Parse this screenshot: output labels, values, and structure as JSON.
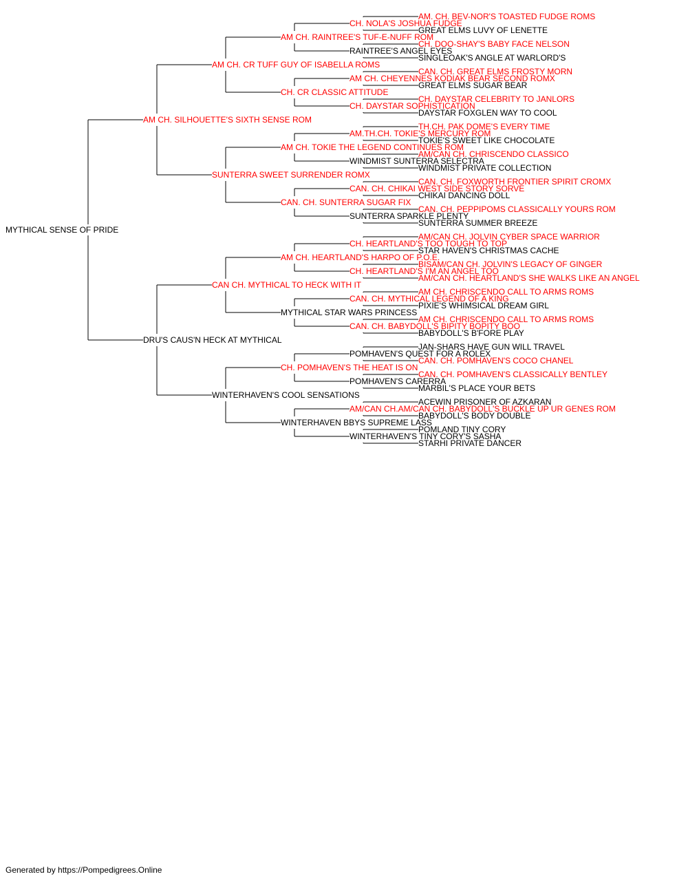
{
  "colors": {
    "champion": "#ff0000",
    "normal": "#000000",
    "line": "#000000"
  },
  "pedigree": {
    "subject": {
      "name": "MYTHICAL SENSE OF PRIDE",
      "champion": false,
      "sire": {
        "name": "AM CH. SILHOUETTE'S SIXTH SENSE ROM",
        "champion": true,
        "sire": {
          "name": "AM CH. CR TUFF GUY OF ISABELLA ROMS",
          "champion": true,
          "sire": {
            "name": "AM CH. RAINTREE'S TUF-E-NUFF ROM",
            "champion": true,
            "sire": {
              "name": "CH. NOLA'S JOSHUA FUDGE",
              "champion": true,
              "sire": {
                "name": "AM. CH. BEV-NOR'S TOASTED FUDGE ROMS",
                "champion": true
              },
              "dam": {
                "name": "GREAT ELMS LUVY OF LENETTE",
                "champion": false
              }
            },
            "dam": {
              "name": "RAINTREE'S ANGEL EYES",
              "champion": false,
              "sire": {
                "name": "CH. DOO-SHAY'S BABY FACE NELSON",
                "champion": true
              },
              "dam": {
                "name": "SINGLEOAK'S ANGLE AT WARLORD'S",
                "champion": false
              }
            }
          },
          "dam": {
            "name": "CH. CR CLASSIC ATTITUDE",
            "champion": true,
            "sire": {
              "name": "AM CH. CHEYENNES KODIAK BEAR SECOND ROMX",
              "champion": true,
              "sire": {
                "name": "CAN. CH. GREAT ELMS FROSTY MORN",
                "champion": true
              },
              "dam": {
                "name": "GREAT ELMS SUGAR BEAR",
                "champion": false
              }
            },
            "dam": {
              "name": "CH. DAYSTAR SOPHISTICATION",
              "champion": true,
              "sire": {
                "name": "CH. DAYSTAR CELEBRITY TO JANLORS",
                "champion": true
              },
              "dam": {
                "name": "DAYSTAR FOXGLEN WAY TO COOL",
                "champion": false
              }
            }
          }
        },
        "dam": {
          "name": "SUNTERRA SWEET SURRENDER ROMX",
          "champion": true,
          "sire": {
            "name": "AM CH. TOKIE THE LEGEND CONTINUES ROM",
            "champion": true,
            "sire": {
              "name": "AM.TH.CH. TOKIE'S MERCURY ROM",
              "champion": true,
              "sire": {
                "name": "TH.CH. PAK DOME'S EVERY TIME",
                "champion": true
              },
              "dam": {
                "name": "TOKIE'S SWEET LIKE CHOCOLATE",
                "champion": false
              }
            },
            "dam": {
              "name": "WINDMIST SUNTERRA SELECTRA",
              "champion": false,
              "sire": {
                "name": "AM/CAN CH. CHRISCENDO CLASSICO",
                "champion": true
              },
              "dam": {
                "name": "WINDMIST PRIVATE COLLECTION",
                "champion": false
              }
            }
          },
          "dam": {
            "name": "CAN. CH. SUNTERRA SUGAR FIX",
            "champion": true,
            "sire": {
              "name": "CAN. CH. CHIKAI WEST SIDE STORY SORVE",
              "champion": true,
              "sire": {
                "name": "CAN. CH. FOXWORTH FRONTIER SPIRIT CROMX",
                "champion": true
              },
              "dam": {
                "name": "CHIKAI DANCING DOLL",
                "champion": false
              }
            },
            "dam": {
              "name": "SUNTERRA SPARKLE PLENTY",
              "champion": false,
              "sire": {
                "name": "CAN. CH. PEPPIPOMS CLASSICALLY YOURS ROM",
                "champion": true
              },
              "dam": {
                "name": "SUNTERRA SUMMER BREEZE",
                "champion": false
              }
            }
          }
        }
      },
      "dam": {
        "name": "DRU'S CAUS'N HECK AT MYTHICAL",
        "champion": false,
        "sire": {
          "name": "CAN CH. MYTHICAL TO HECK WITH IT",
          "champion": true,
          "sire": {
            "name": "AM CH. HEARTLAND'S HARPO OF P.O.E.",
            "champion": true,
            "sire": {
              "name": "CH. HEARTLAND'S TOO TOUGH TO TOP",
              "champion": true,
              "sire": {
                "name": "AM/CAN CH. JOLVIN CYBER SPACE WARRIOR",
                "champion": true
              },
              "dam": {
                "name": "STAR HAVEN'S CHRISTMAS CACHE",
                "champion": false
              }
            },
            "dam": {
              "name": "CH. HEARTLAND'S I'M AN ANGEL TOO",
              "champion": true,
              "sire": {
                "name": "BISAM/CAN CH. JOLVIN'S LEGACY OF GINGER",
                "champion": true
              },
              "dam": {
                "name": "AM/CAN CH. HEARTLAND'S SHE WALKS LIKE AN ANGEL",
                "champion": true
              }
            }
          },
          "dam": {
            "name": "MYTHICAL STAR WARS PRINCESS",
            "champion": false,
            "sire": {
              "name": "CAN. CH. MYTHICAL LEGEND OF A KING",
              "champion": true,
              "sire": {
                "name": "AM CH. CHRISCENDO CALL TO ARMS ROMS",
                "champion": true
              },
              "dam": {
                "name": "PIXIE'S WHIMSICAL DREAM GIRL",
                "champion": false
              }
            },
            "dam": {
              "name": "CAN. CH. BABYDOLL'S BIPITY BOPITY BOO",
              "champion": true,
              "sire": {
                "name": "AM CH. CHRISCENDO CALL TO ARMS ROMS",
                "champion": true
              },
              "dam": {
                "name": "BABYDOLL'S B'FORE PLAY",
                "champion": false
              }
            }
          }
        },
        "dam": {
          "name": "WINTERHAVEN'S COOL SENSATIONS",
          "champion": false,
          "sire": {
            "name": "CH. POMHAVEN'S THE HEAT IS ON",
            "champion": true,
            "sire": {
              "name": "POMHAVEN'S QUEST FOR A ROLEX",
              "champion": false,
              "sire": {
                "name": "JAN-SHARS HAVE GUN WILL TRAVEL",
                "champion": false
              },
              "dam": {
                "name": "CAN. CH. POMHAVEN'S COCO CHANEL",
                "champion": true
              }
            },
            "dam": {
              "name": "POMHAVEN'S CARERRA",
              "champion": false,
              "sire": {
                "name": "CAN. CH. POMHAVEN'S CLASSICALLY BENTLEY",
                "champion": true
              },
              "dam": {
                "name": "MARBIL'S PLACE YOUR BETS",
                "champion": false
              }
            }
          },
          "dam": {
            "name": "WINTERHAVEN BBYS SUPREME LASS",
            "champion": false,
            "sire": {
              "name": "AM/CAN CH.AM/CAN CH. BABYDOLL'S BUCKLE UP UR GENES ROM",
              "champion": true,
              "sire": {
                "name": "ACEWIN PRISONER OF AZKARAN",
                "champion": false
              },
              "dam": {
                "name": "BABYDOLL'S BODY DOUBLE",
                "champion": false
              }
            },
            "dam": {
              "name": "WINTERHAVEN'S TINY CORY'S SASHA",
              "champion": false,
              "sire": {
                "name": "POMLAND TINY CORY",
                "champion": false
              },
              "dam": {
                "name": "STARHI PRIVATE DANCER",
                "champion": false
              }
            }
          }
        }
      }
    }
  },
  "footer": {
    "text": "Generated by https://Pompedigrees.Online"
  }
}
